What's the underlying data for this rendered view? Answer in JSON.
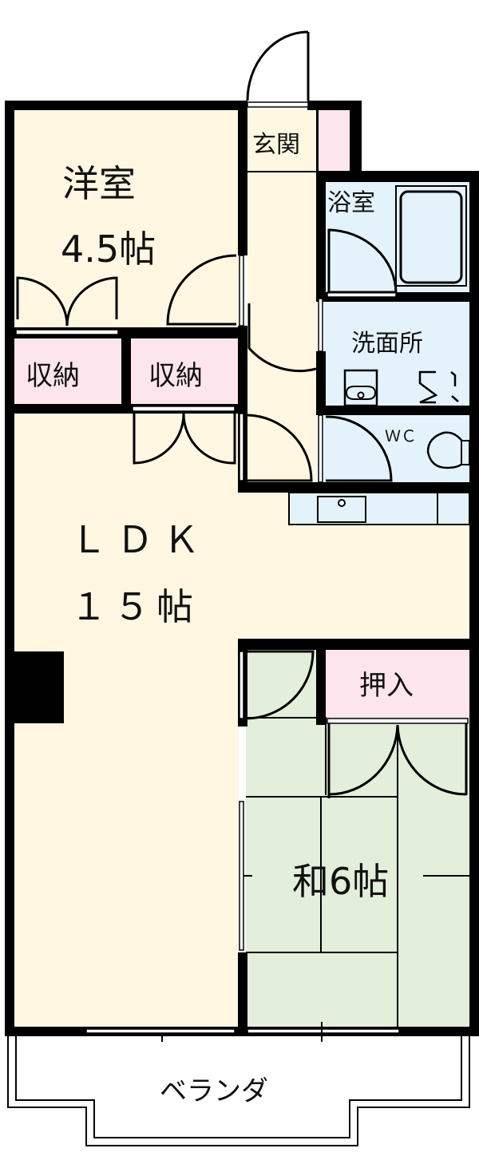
{
  "floor_plan": {
    "colors": {
      "western_room": "#fff7e1",
      "storage": "#fde5ee",
      "wet_area": "#e4f3fb",
      "japanese_room": "#e3eedb",
      "wall": "#000000",
      "veranda": "#ffffff"
    },
    "rooms": {
      "western": {
        "name": "洋室",
        "size": "4.5帖"
      },
      "entrance": {
        "name": "玄関"
      },
      "bath": {
        "name": "浴室"
      },
      "washroom": {
        "name": "洗面所"
      },
      "wc": {
        "name": "ＷＣ"
      },
      "storage_left": {
        "name": "収納"
      },
      "storage_right": {
        "name": "収納"
      },
      "ldk": {
        "name": "ＬＤＫ",
        "size": "１５帖"
      },
      "oshiire": {
        "name": "押入"
      },
      "japanese": {
        "name": "和6帖"
      },
      "veranda": {
        "name": "ベランダ"
      }
    }
  }
}
